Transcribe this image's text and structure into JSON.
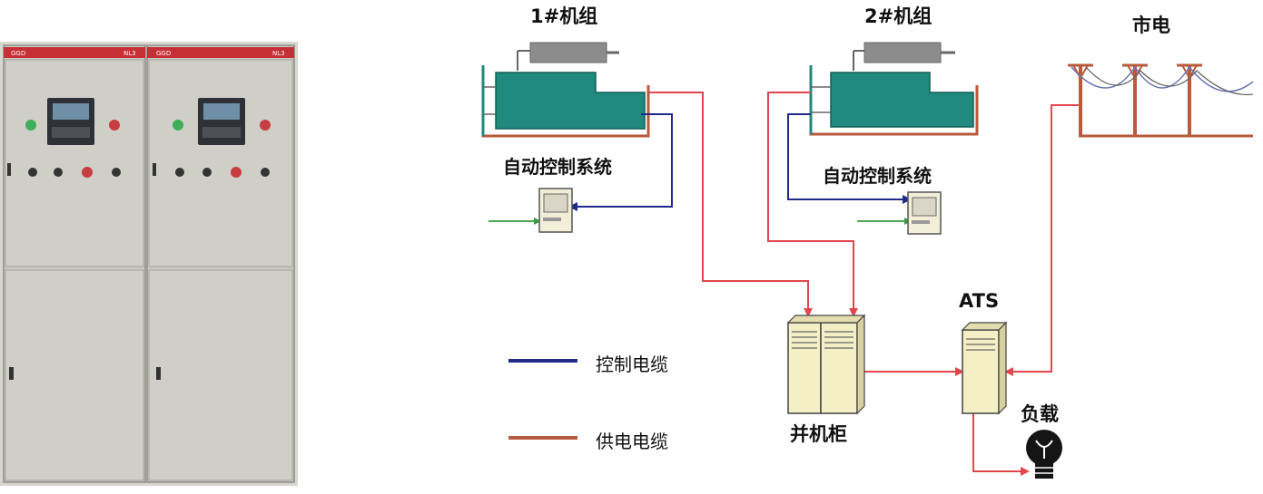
{
  "labels": {
    "unit1": "1#机组",
    "unit2": "2#机组",
    "grid": "市电",
    "auto_ctrl_1": "自动控制系统",
    "auto_ctrl_2": "自动控制系统",
    "ats": "ATS",
    "parallel_cabinet": "并机柜",
    "load": "负载"
  },
  "legend": {
    "control_cable": "控制电缆",
    "power_cable": "供电电缆"
  },
  "cabinet_panels": [
    {
      "left_tag": "GGD",
      "right_tag": "NL3"
    },
    {
      "left_tag": "GGD",
      "right_tag": "NL3"
    }
  ],
  "colors": {
    "power_cable": "#b85a3c",
    "power_wire": "#e0474c",
    "control_cable": "#1f2a8a",
    "signal_wire": "#3a9a3a",
    "generator_body": "#1f8a7d",
    "engine": "#8c8c8c",
    "cabinet_fill": "#f5efc6",
    "panel_gray": "#c9c9c0",
    "panel_top": "#c62f36"
  }
}
